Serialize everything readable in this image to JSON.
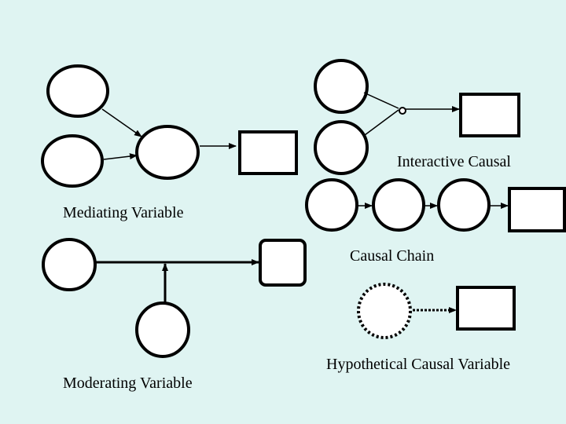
{
  "labels": {
    "mediating": "Mediating Variable",
    "interactive": "Interactive Causal",
    "chain": "Causal Chain",
    "moderating": "Moderating Variable",
    "hypothetical": "Hypothetical Causal Variable"
  },
  "colors": {
    "background": "#dff4f2",
    "stroke": "#000000",
    "fill": "#ffffff"
  }
}
